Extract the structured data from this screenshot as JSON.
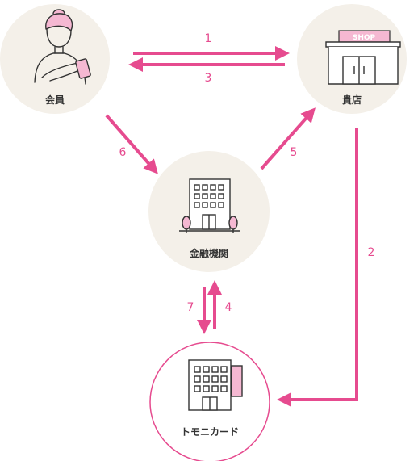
{
  "colors": {
    "accent": "#e64b8f",
    "node_fill": "#f4f0e9",
    "icon_line": "#333333",
    "pink_light": "#f5b8d2",
    "card_border": "#e64b8f"
  },
  "nodes": {
    "member": {
      "label": "会員",
      "icon": "woman-with-phone-icon"
    },
    "shop": {
      "label": "貴店",
      "icon": "shop-icon",
      "sign": "SHOP"
    },
    "bank": {
      "label": "金融機関",
      "icon": "bank-building-icon"
    },
    "tomoni": {
      "label": "トモニカード",
      "icon": "office-building-icon"
    }
  },
  "steps": {
    "s1": "1",
    "s2": "2",
    "s3": "3",
    "s4": "4",
    "s5": "5",
    "s6": "6",
    "s7": "7"
  }
}
